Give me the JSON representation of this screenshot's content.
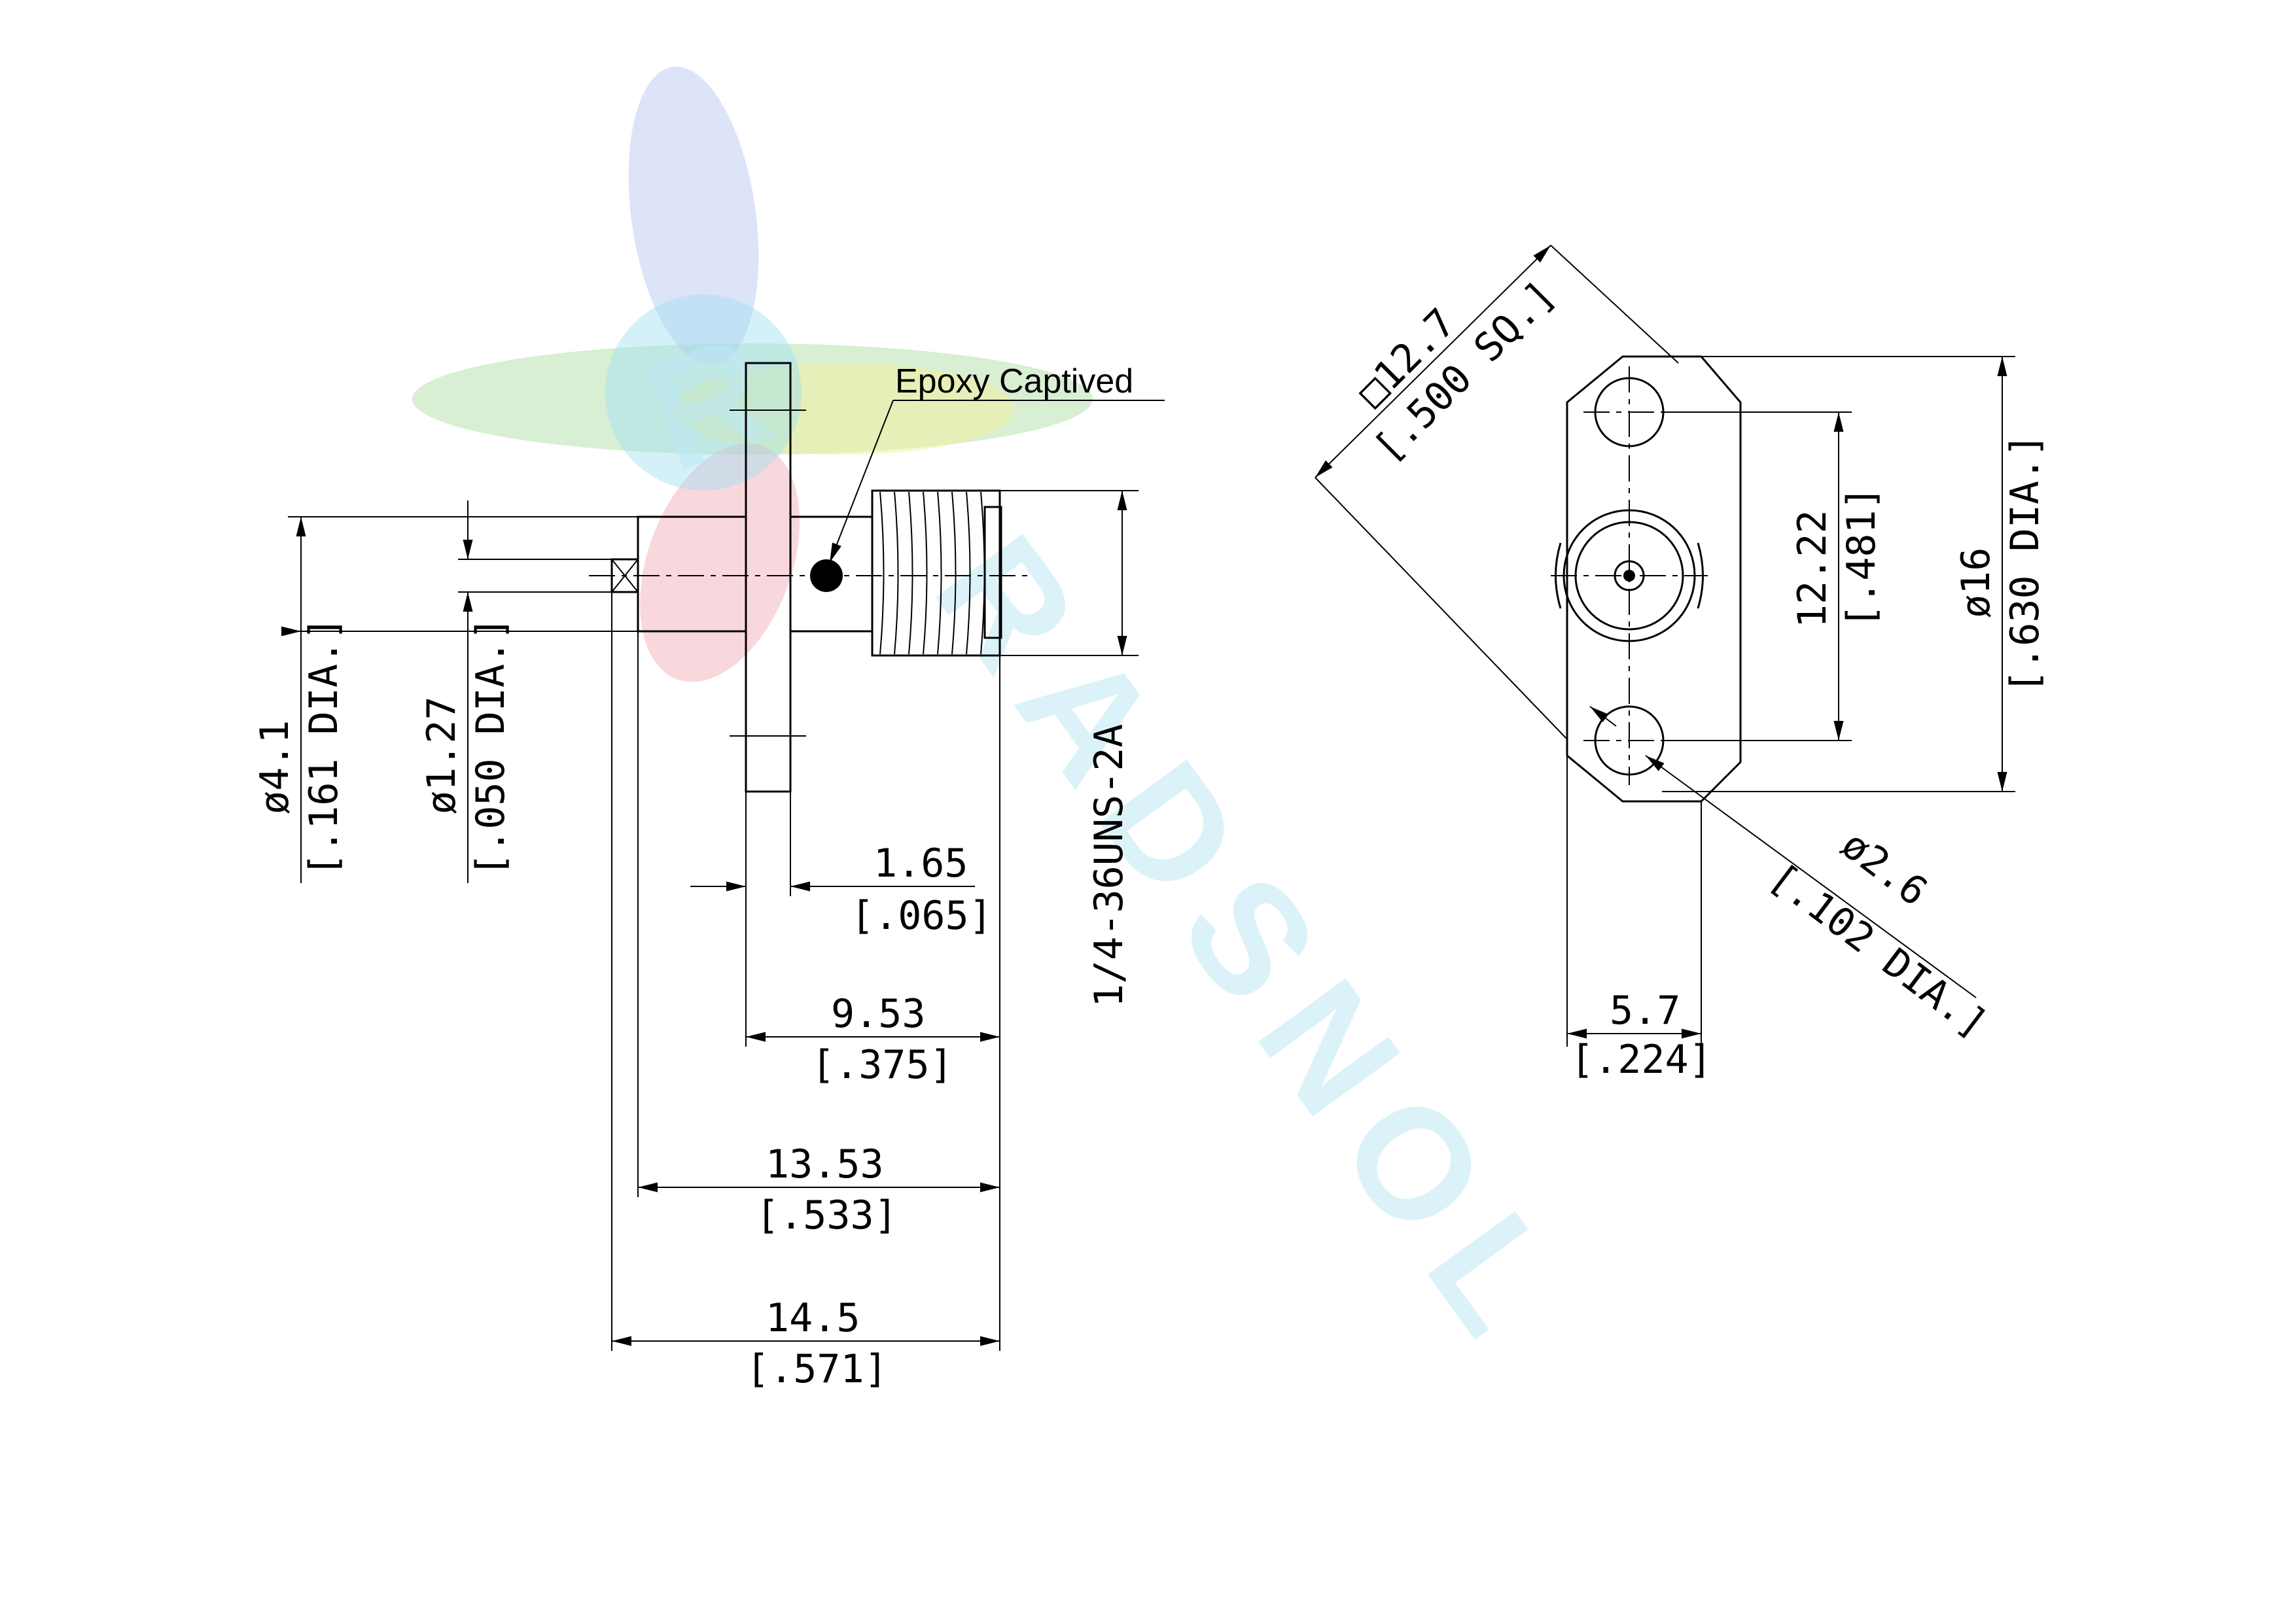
{
  "drawing": {
    "callout": "Epoxy Captived",
    "thread_spec": "1/4-36UNS-2A",
    "side_view": {
      "body_dia": {
        "mm": "ø4.1",
        "inch": "[.161 DIA.]"
      },
      "pin_dia": {
        "mm": "ø1.27",
        "inch": "[.050 DIA.]"
      },
      "flange_thickness": {
        "mm": "1.65",
        "inch": "[.065]"
      },
      "thread_length": {
        "mm": "9.53",
        "inch": "[.375]"
      },
      "body_length": {
        "mm": "13.53",
        "inch": "[.533]"
      },
      "overall_length": {
        "mm": "14.5",
        "inch": "[.571]"
      }
    },
    "front_view": {
      "square_size": {
        "mm": "□12.7",
        "inch": "[.500 SQ.]"
      },
      "hole_spacing": {
        "mm": "12.22",
        "inch": "[.481]"
      },
      "flange_dia": {
        "mm": "ø16",
        "inch": "[.630 DIA.]"
      },
      "hole_dia": {
        "mm": "ø2.6",
        "inch": "[.102 DIA.]"
      },
      "flange_width": {
        "mm": "5.7",
        "inch": "[.224]"
      }
    }
  },
  "watermark": {
    "text": "RADSNOL",
    "emblem_letter": "R"
  }
}
